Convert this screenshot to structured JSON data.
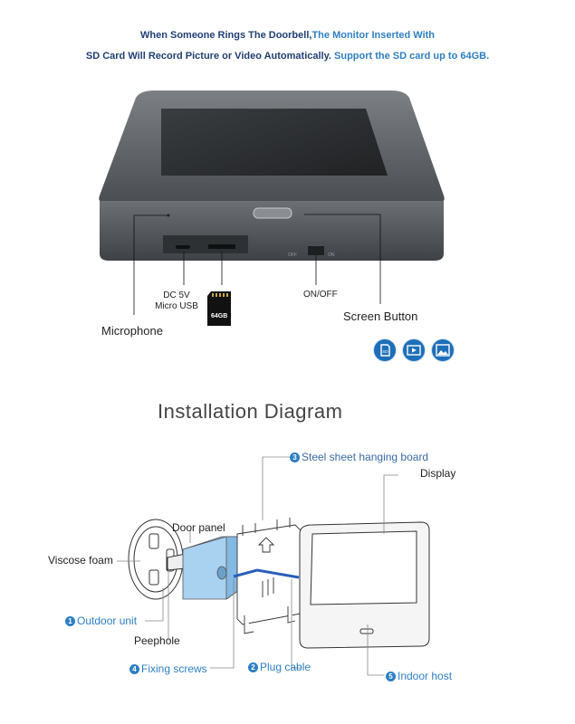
{
  "header": {
    "line1_part1": "When Someone Rings The Doorbell,",
    "line1_part2": "The Monitor Inserted With",
    "line2_part1": "SD Card Will Record Picture or Video Automatically.",
    "line2_part2": " Support the SD card up to 64GB."
  },
  "device_labels": {
    "dc_line1": "DC 5V",
    "dc_line2": "Micro USB",
    "sd_card_capacity": "64GB",
    "on_off": "ON/OFF",
    "screen_button": "Screen Button",
    "microphone": "Microphone",
    "switch_off": "OFF",
    "switch_on": "ON"
  },
  "feature_icons": [
    "sd-card-icon",
    "video-play-icon",
    "picture-icon"
  ],
  "installation": {
    "title": "Installation Diagram",
    "steel_sheet": {
      "num": "3",
      "text": "Steel sheet hanging board"
    },
    "display": "Display",
    "door_panel": "Door panel",
    "viscose_foam": "Viscose foam",
    "outdoor_unit": {
      "num": "1",
      "text": "Outdoor unit"
    },
    "peephole": "Peephole",
    "fixing_screws": {
      "num": "4",
      "text": "Fixing screws"
    },
    "plug_cable": {
      "num": "2",
      "text": "Plug cable"
    },
    "indoor_host": {
      "num": "5",
      "text": "Indoor host"
    }
  },
  "colors": {
    "heading_dark": "#1f3f73",
    "heading_blue": "#2f7fc2",
    "label_blue": "#2c7fc3",
    "door_panel_fill": "#a9d1f0",
    "device_body": "#5e6266",
    "icon_badge": "#1e6fb8"
  }
}
